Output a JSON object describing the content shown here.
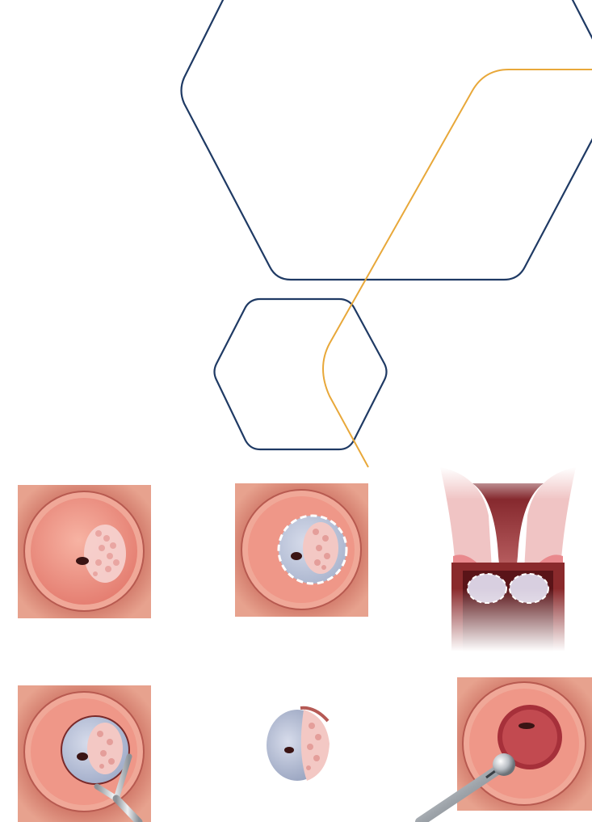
{
  "decor": {
    "outline_color": "#1f3a64",
    "accent_color": "#e8a83a"
  },
  "illustrations": [
    {
      "id": "lesion",
      "icon": "cervix-lesion-illustration"
    },
    {
      "id": "marked",
      "icon": "cervix-marked-margin-illustration"
    },
    {
      "id": "cross-section",
      "icon": "cervical-canal-cross-section-illustration"
    },
    {
      "id": "loop-excision",
      "icon": "loop-excision-illustration"
    },
    {
      "id": "excised-tissue",
      "icon": "excised-tissue-specimen-illustration"
    },
    {
      "id": "ball-cautery",
      "icon": "ball-electrode-cautery-illustration"
    }
  ],
  "colors": {
    "tissue_light": "#f2a08f",
    "tissue_dark": "#c9605a",
    "lesion": "#f4c6c2",
    "metal": "#b9bec4"
  }
}
